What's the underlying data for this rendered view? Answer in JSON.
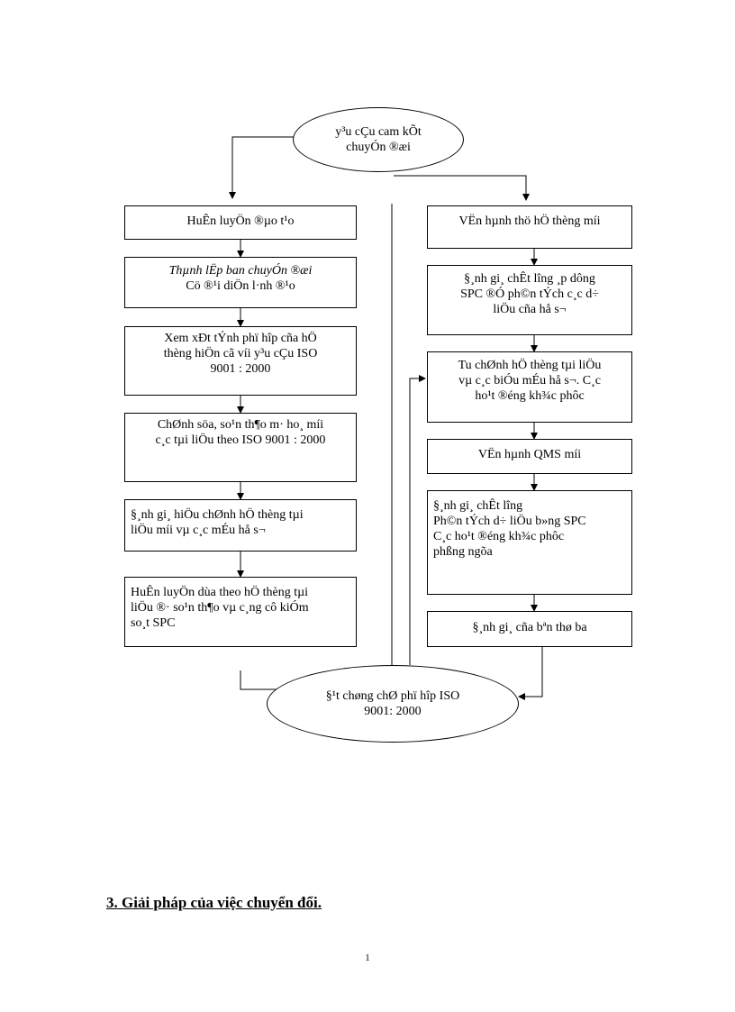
{
  "diagram": {
    "top_ellipse": [
      "y³u cÇu cam kÕt",
      "chuyÓn ®æi"
    ],
    "left": [
      [
        "HuÊn luyÖn  ®µo t¹o"
      ],
      [
        "Thµnh lËp ban chuyÓn ®æi",
        "Cö ®¹i diÖn l·nh  ®¹o"
      ],
      [
        "Xem xÐt tÝnh phï hîp cña hÖ",
        "thèng hiÖn cã víi  y³u cÇu ISO",
        "9001 : 2000"
      ],
      [
        "ChØnh söa, so¹n th¶o m· ho¸ míi",
        "c¸c tµi liÖu theo ISO 9001 : 2000"
      ],
      [
        "§¸nh gi¸  hiÖu chØnh hÖ thèng tµi",
        "liÖu míi  vµ c¸c mÉu hå s¬"
      ],
      [
        "HuÊn luyÖn  dùa theo hÖ thèng tµi",
        "liÖu ®· so¹n th¶o vµ c¸ng cô kiÓm",
        "so¸t SPC"
      ]
    ],
    "right": [
      [
        "VËn hµnh  thö hÖ thèng míi"
      ],
      [
        "§¸nh gi¸  chÊt l­îng   ¸p dông",
        "SPC ®Ó ph©n tÝch c¸c d÷",
        "liÖu cña hå s¬"
      ],
      [
        "Tu chØnh hÖ thèng tµi liÖu",
        "vµ  c¸c biÓu mÉu hå s¬. C¸c",
        "ho¹t ®éng kh¾c phôc"
      ],
      [
        "VËn hµnh   QMS míi"
      ],
      [
        "§¸nh gi¸  chÊt l­îng",
        "Ph©n tÝch d÷ liÖu b»ng SPC",
        "C¸c ho¹t ®éng kh¾c phôc",
        "phßng ngõa"
      ],
      [
        "§¸nh gi¸  cña bªn thø ba"
      ]
    ],
    "bottom_ellipse": [
      "§¹t chøng chØ phï hîp ISO",
      "9001: 2000"
    ]
  },
  "heading": "3. Giải pháp của việc chuyển đổi.",
  "page_number": "1"
}
